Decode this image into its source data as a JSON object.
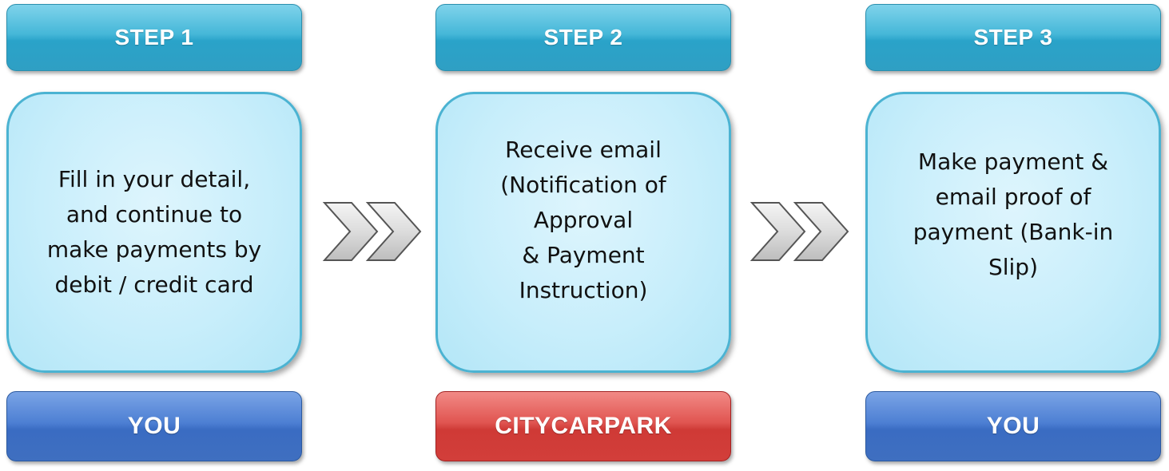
{
  "steps": [
    {
      "header": "STEP 1",
      "lines": [
        "Fill in your detail,",
        "and continue to",
        "make payments by",
        "debit / credit card"
      ],
      "actor": "YOU",
      "actor_color": "#4677c9"
    },
    {
      "header": "STEP 2",
      "lines": [
        "Receive email",
        "(Notification of",
        "Approval",
        "& Payment",
        "Instruction)"
      ],
      "actor": "CITYCARPARK",
      "actor_color": "#d6403c"
    },
    {
      "header": "STEP 3",
      "lines": [
        "Make payment &",
        "email proof of",
        "payment (Bank-in",
        "Slip)"
      ],
      "actor": "YOU",
      "actor_color": "#4677c9"
    }
  ],
  "colors": {
    "header": "#3aaed3",
    "card_fill": "#c8eefb",
    "card_border": "#4bb3d2",
    "chevron_fill": "#d8d8d8"
  },
  "connectors": [
    {
      "icon": "double-chevron-right-icon"
    },
    {
      "icon": "double-chevron-right-icon"
    }
  ]
}
